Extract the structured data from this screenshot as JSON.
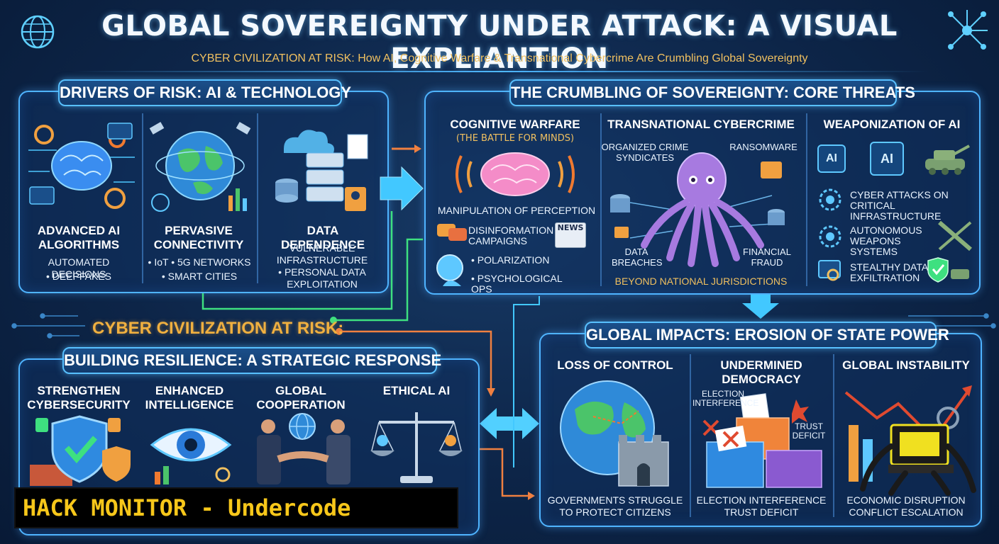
{
  "header": {
    "title": "GLOBAL SOVEREIGNTY UNDER ATTACK: A VISUAL EXPLIANTION",
    "subtitle": "CYBER CIVILIZATION AT RISK: How AI, Cognitive Warfare & Transnational Cybercrime Are Crumbling Global Sovereignty"
  },
  "drivers": {
    "heading": "DRIVERS OF RISK: AI & TECHNOLOGY",
    "columns": [
      {
        "title": "ADVANCED AI ALGORITHMS",
        "bullets": [
          "AUTOMATED DECISIONS",
          "• DEEPFAKES"
        ]
      },
      {
        "title": "PERVASIVE CONNECTIVITY",
        "bullets": [
          "• IoT  • 5G NETWORKS",
          "• SMART CITIES"
        ]
      },
      {
        "title": "DATA DEPENDENCE",
        "bullets": [
          "VULNERABLE INFRASTRUCTURE",
          "• PERSONAL DATA EXPLOITATION"
        ]
      }
    ]
  },
  "crumbling": {
    "heading": "THE CRUMBLING OF SOVEREIGNTY: CORE THREATS",
    "cognitive": {
      "title": "COGNITIVE WARFARE",
      "sub": "(THE BATTLE FOR MINDS)",
      "caption": "MANIPULATION OF PERCEPTION",
      "items": [
        "DISINFORMATION CAMPAIGNS",
        "• POLARIZATION",
        "• PSYCHOLOGICAL OPS"
      ],
      "news_label": "NEWS"
    },
    "cybercrime": {
      "title": "TRANSNATIONAL CYBERCRIME",
      "labels": [
        "ORGANIZED CRIME SYNDICATES",
        "RANSOMWARE",
        "DATA BREACHES",
        "FINANCIAL FRAUD"
      ],
      "footer": "BEYOND NATIONAL JURISDICTIONS"
    },
    "weaponization": {
      "title": "WEAPONIZATION OF AI",
      "chip_label": "AI",
      "items": [
        "CYBER ATTACKS ON CRITICAL INFRASTRUCTURE",
        "AUTONOMOUS WEAPONS SYSTEMS",
        "STEALTHY DATA EXFILTRATION"
      ]
    }
  },
  "risk_label": "CYBER CIVILIZATION AT RISK:",
  "resilience": {
    "heading": "BUILDING RESILIENCE: A STRATEGIC RESPONSE",
    "columns": [
      "STRENGTHEN CYBERSECURITY",
      "ENHANCED INTELLIGENCE",
      "GLOBAL COOPERATION",
      "ETHICAL AI"
    ]
  },
  "impacts": {
    "heading": "GLOBAL IMPACTS: EROSION OF STATE POWER",
    "loss": {
      "title": "LOSS OF CONTROL",
      "caption": "GOVERNMENTS STRUGGLE TO PROTECT CITIZENS"
    },
    "democracy": {
      "title": "UNDERMINED DEMOCRACY",
      "labels": [
        "ELECTION INTERFERENCE",
        "TRUST DEFICIT"
      ],
      "caption": "ELECTION INTERFERENCE TRUST DEFICIT"
    },
    "instability": {
      "title": "GLOBAL INSTABILITY",
      "caption": "ECONOMIC DISRUPTION CONFLICT ESCALATION"
    }
  },
  "watermark": "HACK MONITOR - Undercode",
  "colors": {
    "accent": "#4fb4ff",
    "gold": "#f0c060",
    "orange": "#f08040",
    "green": "#3ee080",
    "banner_text": "#f7c71a"
  }
}
